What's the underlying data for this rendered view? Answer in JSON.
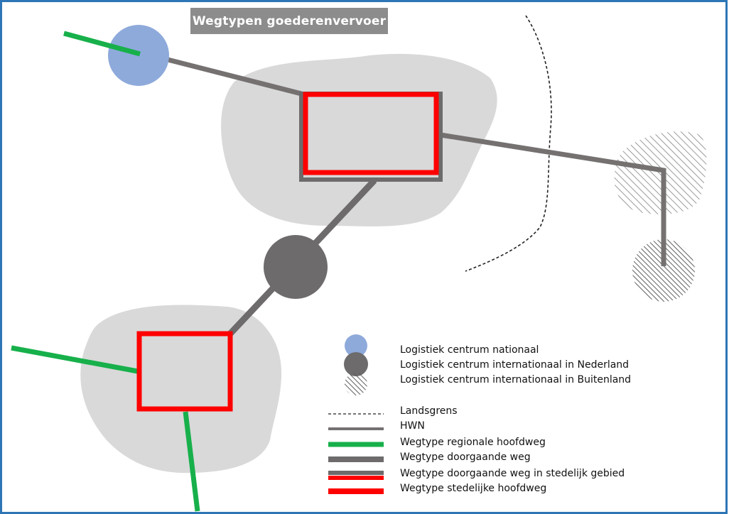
{
  "title": "Wegtypen goederenvervoer",
  "colors": {
    "frame": "#2e75b6",
    "city_area": "#d9d9d9",
    "logistics_national": "#8eaadb",
    "logistics_international_nl": "#6d6b6b",
    "hatch": "#5f5f5f",
    "hwn": "#757171",
    "regional": "#17b04b",
    "through_road": "#6d6b6b",
    "urban_main": "#ff0000",
    "border": "#222222"
  },
  "legend": {
    "markers": [
      {
        "id": "national",
        "label": "Logistiek centrum nationaal",
        "icon": "blue-circle-icon"
      },
      {
        "id": "international_nl",
        "label": "Logistiek centrum internationaal in Nederland",
        "icon": "dark-gray-circle-icon"
      },
      {
        "id": "international_abroad",
        "label": "Logistiek centrum internationaal in Buitenland",
        "icon": "hatched-circle-icon"
      }
    ],
    "lines": [
      {
        "id": "border",
        "label": "Landsgrens",
        "icon": "dashed-line-icon"
      },
      {
        "id": "hwn",
        "label": "HWN",
        "icon": "thin-gray-line-icon"
      },
      {
        "id": "regional",
        "label": "Wegtype regionale hoofdweg",
        "icon": "green-line-icon"
      },
      {
        "id": "through",
        "label": "Wegtype doorgaande weg",
        "icon": "thick-gray-line-icon"
      },
      {
        "id": "through_urban",
        "label": "Wegtype doorgaande weg in stedelijk gebied",
        "icon": "gray-red-line-icon"
      },
      {
        "id": "urban_main",
        "label": "Wegtype stedelijke hoofdweg",
        "icon": "red-line-icon"
      }
    ]
  }
}
